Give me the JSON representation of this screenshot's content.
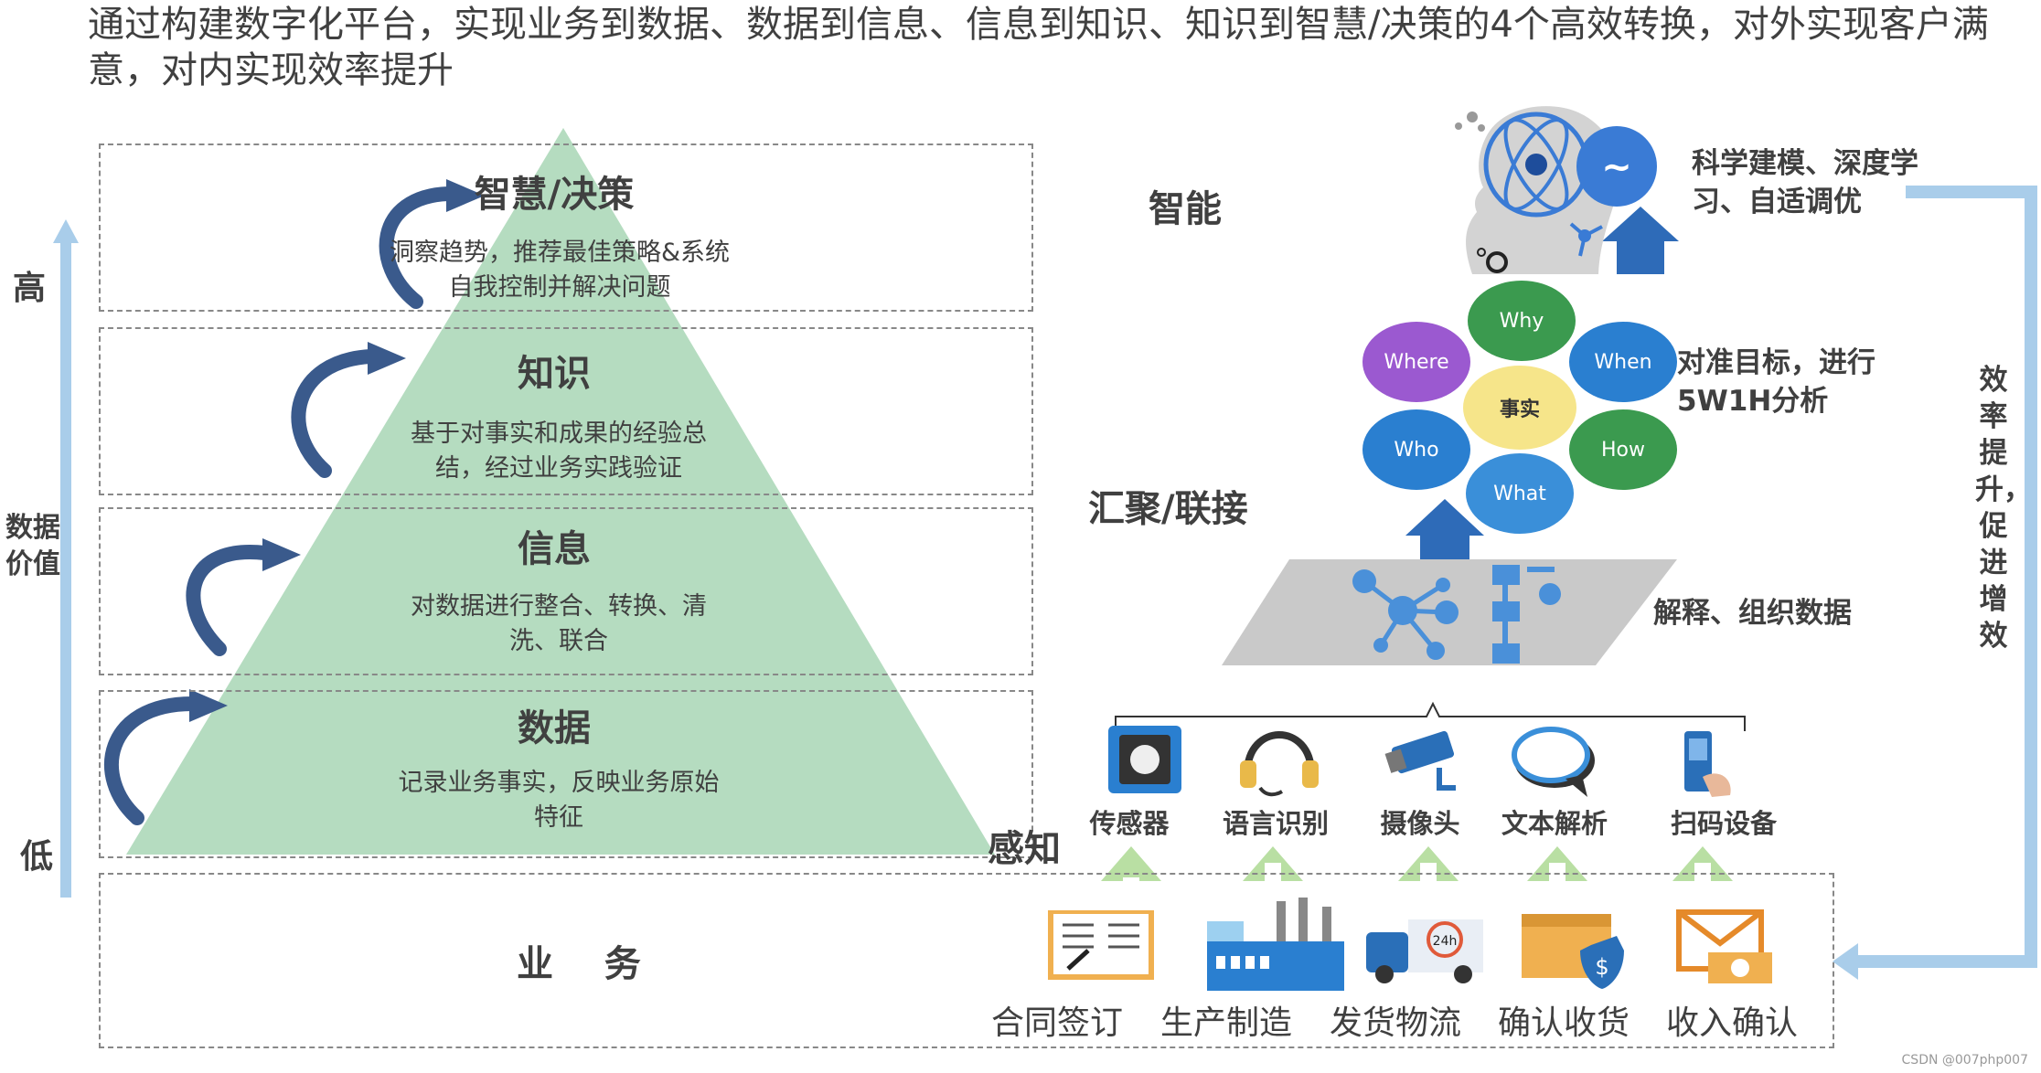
{
  "title": "通过构建数字化平台，实现业务到数据、数据到信息、信息到知识、知识到智慧/决策的4个高效转换，对外实现客户满意，对内实现效率提升",
  "axis": {
    "high": "高",
    "low": "低",
    "label": "数据价值"
  },
  "levels": [
    {
      "title": "智慧/决策",
      "desc": "洞察趋势，推荐最佳策略&系统自我控制并解决问题"
    },
    {
      "title": "知识",
      "desc": "基于对事实和成果的经验总结，经过业务实践验证"
    },
    {
      "title": "信息",
      "desc": "对数据进行整合、转换、清洗、联合"
    },
    {
      "title": "数据",
      "desc": "记录业务事实，反映业务原始特征"
    }
  ],
  "business": {
    "label": "业    务"
  },
  "stages": {
    "intelligence": "智能",
    "aggregation": "汇聚/联接",
    "perception": "感知"
  },
  "right_labels": {
    "modeling": "科学建模、深度学习、自适调优",
    "analysis": "对准目标，进行5W1H分析",
    "interpret": "解释、组织数据",
    "efficiency": "效率提升，促进增效"
  },
  "w5h1": {
    "center": "事实",
    "why": "Why",
    "where": "Where",
    "when": "When",
    "who": "Who",
    "how": "How",
    "what": "What"
  },
  "sensors": [
    "传感器",
    "语言识别",
    "摄像头",
    "文本解析",
    "扫码设备"
  ],
  "business_items": [
    "合同签订",
    "生产制造",
    "发货物流",
    "确认收货",
    "收入确认"
  ],
  "credit": "CSDN @007php007",
  "colors": {
    "pyramid": "#b5dcc0",
    "arrow_blue": "#2e6bb8",
    "curl": "#3a5a8c",
    "light_arrow": "#a9cdea",
    "green_arrow": "#b9dfa3"
  }
}
